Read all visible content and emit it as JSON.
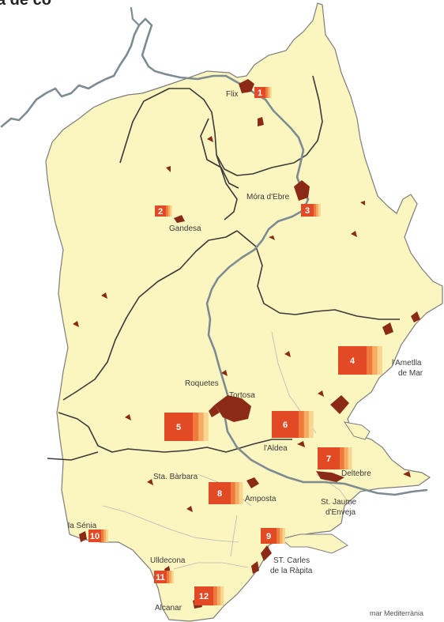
{
  "title": "a de co",
  "colors": {
    "land": "#fbf5bf",
    "border": "#3a3a3a",
    "river": "#7d8b93",
    "urban": "#8b2a17",
    "marker_dark": "#e24a26",
    "marker_mid": "#f07a3c",
    "marker_light": "#f5ad63",
    "marker_pale": "#f9d590"
  },
  "sea_label": "mar Mediterrània",
  "places": [
    {
      "id": "flix",
      "name": "Flix"
    },
    {
      "id": "mora",
      "name": "Móra d'Ebre"
    },
    {
      "id": "gandesa",
      "name": "Gandesa"
    },
    {
      "id": "ametlla",
      "name": "l'Ametlla de Mar"
    },
    {
      "id": "roquetes",
      "name": "Roquetes"
    },
    {
      "id": "tortosa",
      "name": "Tortosa"
    },
    {
      "id": "aldea",
      "name": "l'Aldea"
    },
    {
      "id": "deltebre",
      "name": "Deltebre"
    },
    {
      "id": "stbarbara",
      "name": "Sta. Bàrbara"
    },
    {
      "id": "amposta",
      "name": "Amposta"
    },
    {
      "id": "stjaume",
      "name": "St. Jaume d'Enveja"
    },
    {
      "id": "senia",
      "name": "la Sénia"
    },
    {
      "id": "ulldecona",
      "name": "Ulldecona"
    },
    {
      "id": "stcarles",
      "name": "ST. Carles de la Ràpita"
    },
    {
      "id": "alcanar",
      "name": "Alcanar"
    }
  ],
  "markers": [
    {
      "label": "1"
    },
    {
      "label": "2"
    },
    {
      "label": "3"
    },
    {
      "label": "4"
    },
    {
      "label": "5"
    },
    {
      "label": "6"
    },
    {
      "label": "7"
    },
    {
      "label": "8"
    },
    {
      "label": "9"
    },
    {
      "label": "10"
    },
    {
      "label": "11"
    },
    {
      "label": "12"
    }
  ]
}
